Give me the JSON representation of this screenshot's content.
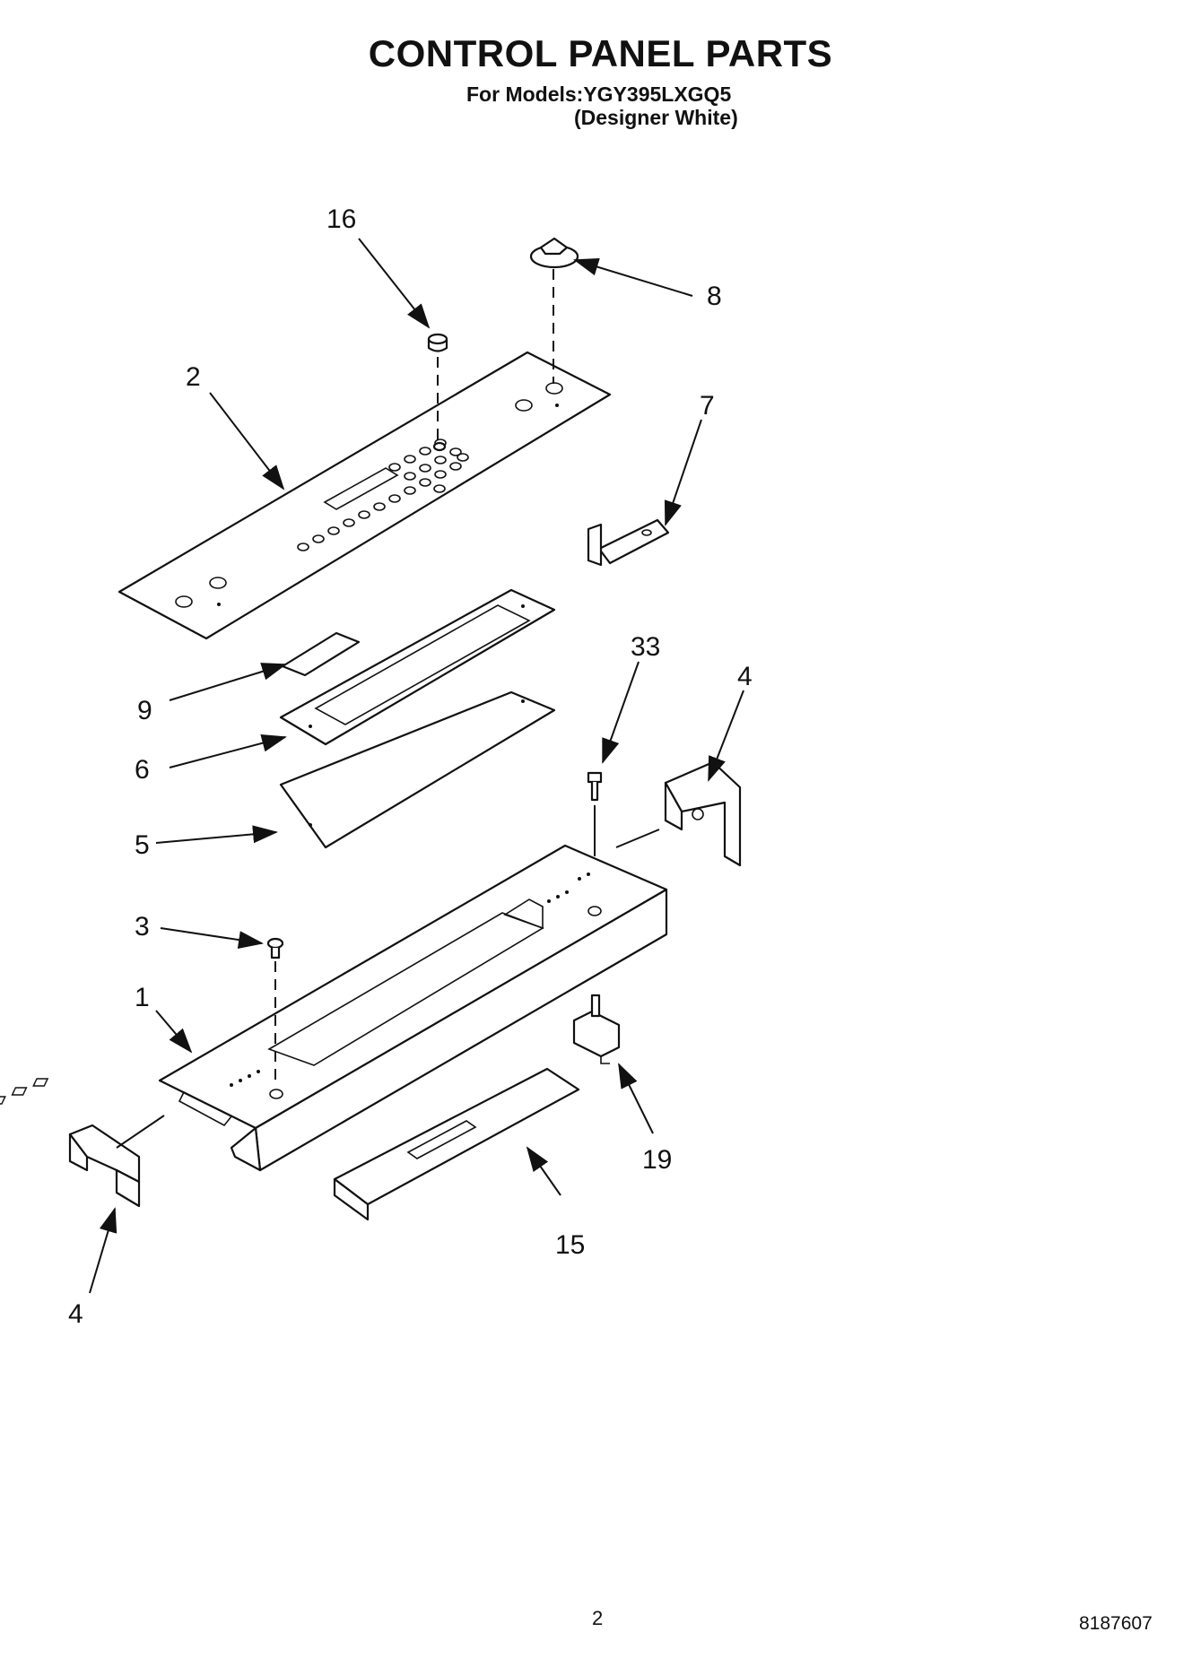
{
  "header": {
    "title": "CONTROL PANEL PARTS",
    "models_line": "For Models:YGY395LXGQ5",
    "variant": "(Designer White)"
  },
  "callouts": {
    "c16": "16",
    "c8": "8",
    "c2": "2",
    "c7": "7",
    "c33": "33",
    "c4_right": "4",
    "c9": "9",
    "c6": "6",
    "c5": "5",
    "c3": "3",
    "c1": "1",
    "c19": "19",
    "c15": "15",
    "c4_left": "4"
  },
  "footer": {
    "page_number": "2",
    "document_number": "8187607"
  }
}
